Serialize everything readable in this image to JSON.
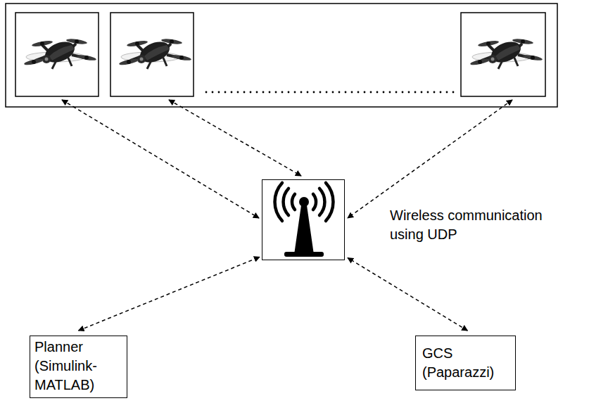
{
  "diagram": {
    "nodes": [
      {
        "text": [
          "Wireless communication using UDP"
        ]
      },
      {
        "text": [
          "Planner (Simulink- MATLAB)"
        ]
      },
      {
        "text": [
          "GCS (Paparazzi)"
        ]
      }
    ],
    "edges": [
      {
        "from": 1,
        "to": 0,
        "arrow": "both"
      },
      {
        "from": 2,
        "to": 0,
        "arrow": "both"
      }
    ]
  }
}
